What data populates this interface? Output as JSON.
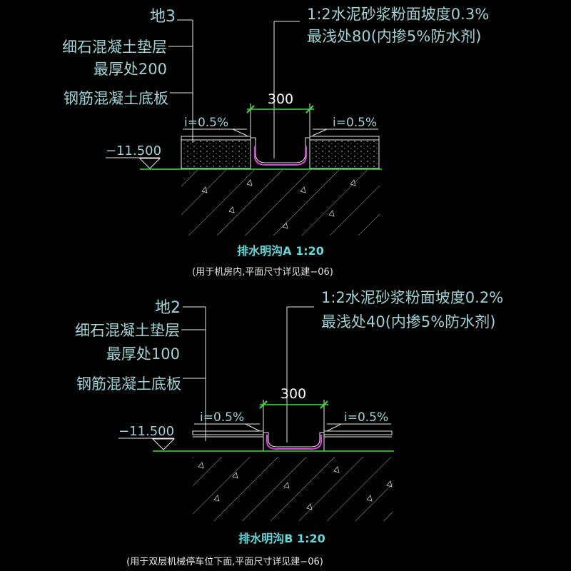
{
  "detail_a": {
    "layers": {
      "floor": "地3",
      "concrete_cushion": "细石混凝土垫层",
      "max_thickness": "最厚处200",
      "base_slab": "钢筋混凝土底板"
    },
    "mortar_note_line1": "1:2水泥砂浆粉面坡度0.3%",
    "mortar_note_line2": "最浅处80(内掺5%防水剂)",
    "width": "300",
    "slope_left": "i=0.5%",
    "slope_right": "i=0.5%",
    "elevation": "−11.500",
    "title": "排水明沟A  1:20",
    "subtitle": "(用于机房内,平面尺寸详见建−06)"
  },
  "detail_b": {
    "layers": {
      "floor": "地2",
      "concrete_cushion": "细石混凝土垫层",
      "max_thickness": "最厚处100",
      "base_slab": "钢筋混凝土底板"
    },
    "mortar_note_line1": "1:2水泥砂浆粉面坡度0.2%",
    "mortar_note_line2": "最浅处40(内掺5%防水剂)",
    "width": "300",
    "slope_left": "i=0.5%",
    "slope_right": "i=0.5%",
    "elevation": "−11.500",
    "title": "排水明沟B   1:20",
    "subtitle": "(用于双层机械停车位下面,平面尺寸详见建−06)"
  },
  "colors": {
    "background": "#000000",
    "text": "#9ed3d3",
    "title": "#5fd9d9",
    "ground_line": "#33e033",
    "channel": "#e040e0",
    "lines": "#e6e6e6"
  }
}
